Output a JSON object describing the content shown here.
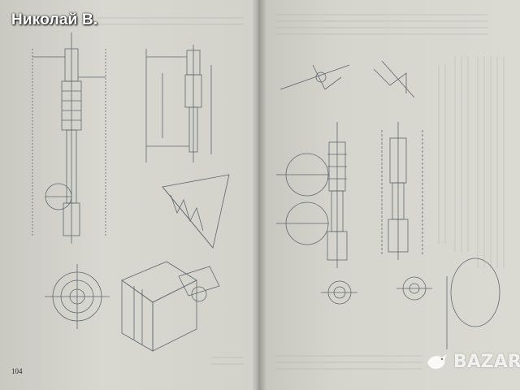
{
  "seller_name": "Николай В.",
  "page_number": "104",
  "watermark": {
    "text": "BAZAR",
    "icon": "dove-icon"
  },
  "colors": {
    "paper": "#d6d6ce",
    "ink": "#4a5560",
    "background": "#5c5c58"
  }
}
